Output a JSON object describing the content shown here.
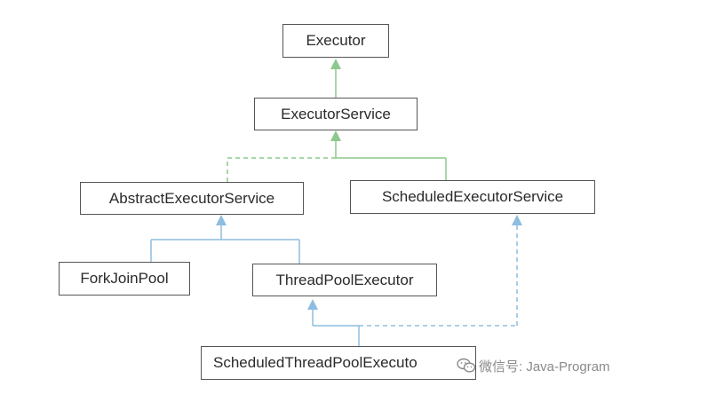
{
  "diagram": {
    "nodes": {
      "executor": "Executor",
      "executor_service": "ExecutorService",
      "abstract_executor_service": "AbstractExecutorService",
      "scheduled_executor_service": "ScheduledExecutorService",
      "fork_join_pool": "ForkJoinPool",
      "thread_pool_executor": "ThreadPoolExecutor",
      "scheduled_thread_pool_executor": "ScheduledThreadPoolExecuto"
    },
    "edges": [
      {
        "from": "executor_service",
        "to": "executor",
        "style": "solid",
        "color": "#8cc98c"
      },
      {
        "from": "abstract_executor_service",
        "to": "executor_service",
        "style": "dashed",
        "color": "#8cc98c"
      },
      {
        "from": "scheduled_executor_service",
        "to": "executor_service",
        "style": "solid",
        "color": "#8cc98c"
      },
      {
        "from": "fork_join_pool",
        "to": "abstract_executor_service",
        "style": "solid",
        "color": "#8ebde0"
      },
      {
        "from": "thread_pool_executor",
        "to": "abstract_executor_service",
        "style": "solid",
        "color": "#8ebde0"
      },
      {
        "from": "scheduled_thread_pool_executor",
        "to": "thread_pool_executor",
        "style": "solid",
        "color": "#8ebde0"
      },
      {
        "from": "scheduled_thread_pool_executor",
        "to": "scheduled_executor_service",
        "style": "dashed",
        "color": "#8ebde0"
      }
    ]
  },
  "watermark": {
    "text": "微信号: Java-Program",
    "icon": "wechat-icon"
  },
  "colors": {
    "interface_arrow": "#8cc98c",
    "class_arrow": "#8ebde0",
    "node_border": "#555555",
    "text": "#2a2a2a"
  }
}
